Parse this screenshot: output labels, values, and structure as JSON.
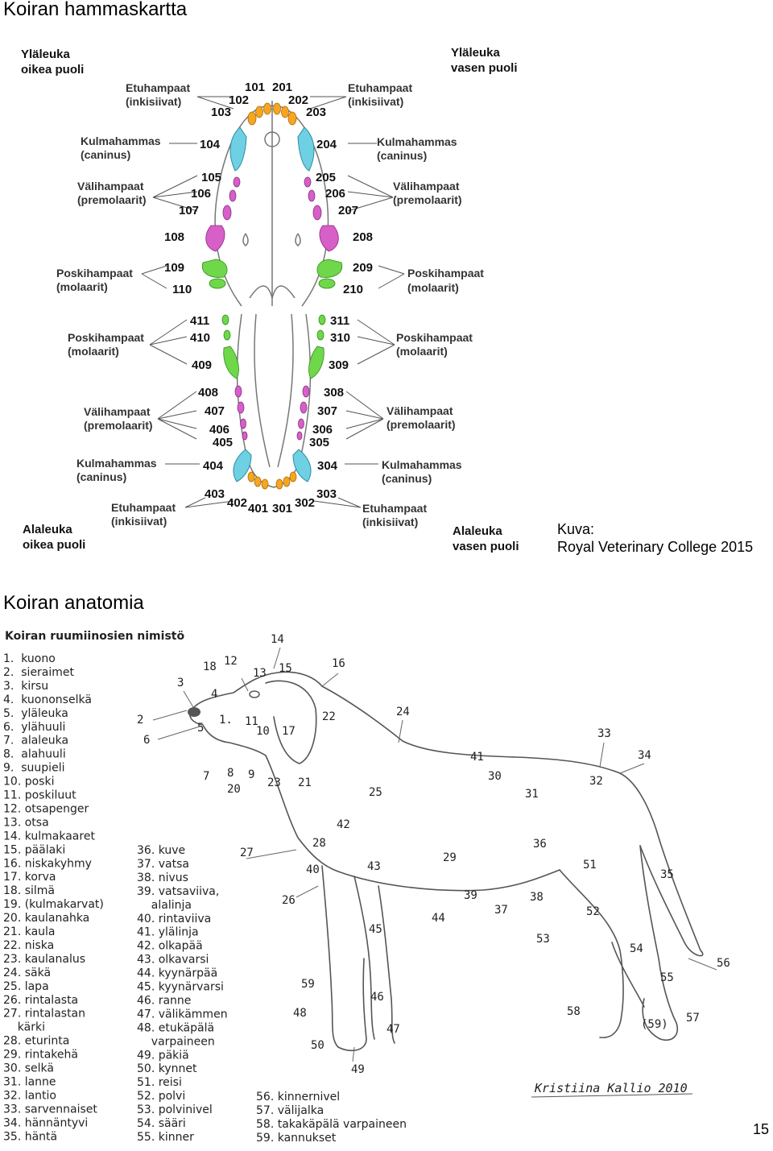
{
  "titles": {
    "dental_chart": "Koiran hammaskartta",
    "anatomy": "Koiran anatomia"
  },
  "credit": {
    "line1": "Kuva:",
    "line2": "Royal Veterinary College 2015"
  },
  "page_number": "15",
  "dental": {
    "quadrants": {
      "upper_right": [
        "Yläleuka",
        "oikea puoli"
      ],
      "upper_left": [
        "Yläleuka",
        "vasen puoli"
      ],
      "lower_right": [
        "Alaleuka",
        "oikea puoli"
      ],
      "lower_left": [
        "Alaleuka",
        "vasen puoli"
      ]
    },
    "labels": {
      "incisors": [
        "Etuhampaat",
        "(inkisiivat)"
      ],
      "canine": [
        "Kulmahammas",
        "(caninus)"
      ],
      "premolars": [
        "Välihampaat",
        "(premolaarit)"
      ],
      "molars": [
        "Poskihampaat",
        "(molaarit)"
      ]
    },
    "tooth_numbers": {
      "n101": "101",
      "n102": "102",
      "n103": "103",
      "n104": "104",
      "n105": "105",
      "n106": "106",
      "n107": "107",
      "n108": "108",
      "n109": "109",
      "n110": "110",
      "n201": "201",
      "n202": "202",
      "n203": "203",
      "n204": "204",
      "n205": "205",
      "n206": "206",
      "n207": "207",
      "n208": "208",
      "n209": "209",
      "n210": "210",
      "n301": "301",
      "n302": "302",
      "n303": "303",
      "n304": "304",
      "n305": "305",
      "n306": "306",
      "n307": "307",
      "n308": "308",
      "n309": "309",
      "n310": "310",
      "n311": "311",
      "n401": "401",
      "n402": "402",
      "n403": "403",
      "n404": "404",
      "n405": "405",
      "n406": "406",
      "n407": "407",
      "n408": "408",
      "n409": "409",
      "n410": "410",
      "n411": "411"
    },
    "colors": {
      "incisor": "#f5a623",
      "canine": "#6fd0e3",
      "premolar": "#d65fc8",
      "molar": "#6ed84a"
    }
  },
  "anatomy": {
    "list_title": "Koiran ruumiinosien nimistö",
    "col1": [
      "1.  kuono",
      "2.  sieraimet",
      "3.  kirsu",
      "4.  kuononselkä",
      "5.  yläleuka",
      "6.  ylähuuli",
      "7.  alaleuka",
      "8.  alahuuli",
      "9.  suupieli",
      "10. poski",
      "11. poskiluut",
      "12. otsapenger",
      "13. otsa",
      "14. kulmakaaret",
      "15. päälaki",
      "16. niskakyhmy",
      "17. korva",
      "18. silmä",
      "19. (kulmakarvat)",
      "20. kaulanahka",
      "21. kaula",
      "22. niska",
      "23. kaulanalus",
      "24. säkä",
      "25. lapa",
      "26. rintalasta",
      "27. rintalastan",
      "    kärki",
      "28. eturinta",
      "29. rintakehä",
      "30. selkä",
      "31. lanne",
      "32. lantio",
      "33. sarvennaiset",
      "34. hännäntyvi",
      "35. häntä"
    ],
    "col2": [
      "36. kuve",
      "37. vatsa",
      "38. nivus",
      "39. vatsaviiva,",
      "    alalinja",
      "40. rintaviiva",
      "41. ylälinja",
      "42. olkapää",
      "43. olkavarsi",
      "44. kyynärpää",
      "45. kyynärvarsi",
      "46. ranne",
      "47. välikämmen",
      "48. etukäpälä",
      "    varpaineen",
      "49. päkiä",
      "50. kynnet",
      "51. reisi",
      "52. polvi",
      "53. polvinivel",
      "54. sääri",
      "55. kinner"
    ],
    "col3": [
      "56. kinnernivel",
      "57. välijalka",
      "58. takakäpälä varpaineen",
      "59. kannukset"
    ],
    "callouts": {
      "c1": "1.",
      "c2": "2",
      "c3": "3",
      "c4": "4",
      "c5": "5",
      "c6": "6",
      "c7": "7",
      "c8": "8",
      "c9": "9",
      "c10": "10",
      "c11": "11",
      "c12": "12",
      "c13": "13",
      "c14": "14",
      "c15": "15",
      "c16": "16",
      "c17": "17",
      "c18": "18",
      "c20": "20",
      "c21": "21",
      "c22": "22",
      "c23": "23",
      "c24": "24",
      "c25": "25",
      "c26": "26",
      "c27": "27",
      "c28": "28",
      "c29": "29",
      "c30": "30",
      "c31": "31",
      "c32": "32",
      "c33": "33",
      "c34": "34",
      "c35": "35",
      "c36": "36",
      "c37": "37",
      "c38": "38",
      "c39": "39",
      "c40": "40",
      "c41": "41",
      "c42": "42",
      "c43": "43",
      "c44": "44",
      "c45": "45",
      "c46": "46",
      "c47": "47",
      "c48": "48",
      "c49": "49",
      "c50": "50",
      "c51": "51",
      "c52": "52",
      "c53": "53",
      "c54": "54",
      "c55": "55",
      "c56": "56",
      "c57": "57",
      "c58": "58",
      "c59": "(59)",
      "c59b": "59"
    },
    "signature": "Kristiina Kallio 2010"
  }
}
